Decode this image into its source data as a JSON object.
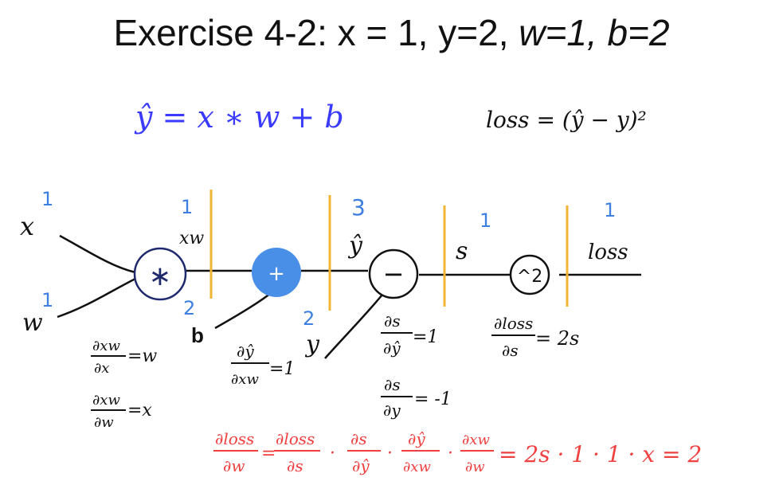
{
  "title": {
    "main": "Exercise 4-2: x = 1, y=2, ",
    "params": "w=1, b=2"
  },
  "equations": {
    "model": "ŷ = x ∗ w + b",
    "loss": "loss = (ŷ − y)²"
  },
  "inputs": {
    "x_label": "x",
    "x_value": "1",
    "w_label": "w",
    "w_value": "1",
    "b_label": "b",
    "b_value": "2",
    "y_label": "y",
    "y_value": "2"
  },
  "nodes": {
    "multiply_symbol": "∗",
    "add_symbol": "+",
    "subtract_symbol": "−",
    "square_symbol": "^2"
  },
  "edges": {
    "xw_label": "xw",
    "xw_value": "1",
    "yhat_label": "ŷ",
    "yhat_value": "3",
    "s_label": "s",
    "s_value": "1",
    "loss_label": "loss",
    "loss_value": "1"
  },
  "gradients": {
    "dxw_dx": {
      "num": "∂xw",
      "den": "∂x",
      "rhs": "=w"
    },
    "dxw_dw": {
      "num": "∂xw",
      "den": "∂w",
      "rhs": "=x"
    },
    "dyhat_dxw": {
      "num": "∂ŷ",
      "den": "∂xw",
      "rhs": "=1"
    },
    "ds_dyhat": {
      "num": "∂s",
      "den": "∂ŷ",
      "rhs": "=1"
    },
    "ds_dy": {
      "num": "∂s",
      "den": "∂y",
      "rhs": "= -1"
    },
    "dloss_ds": {
      "num": "∂loss",
      "den": "∂s",
      "rhs": "= 2s"
    }
  },
  "chain_rule": {
    "lhs_num": "∂loss",
    "lhs_den": "∂w",
    "t1_num": "∂loss",
    "t1_den": "∂s",
    "t2_num": "∂s",
    "t2_den": "∂ŷ",
    "t3_num": "∂ŷ",
    "t3_den": "∂xw",
    "t4_num": "∂xw",
    "t4_den": "∂w",
    "result": "= 2s · 1 · 1 · x = 2"
  },
  "colors": {
    "ink": "#111111",
    "blue_math": "#3a3aff",
    "node_fill": "#4a8fe7",
    "blue_note": "#3d7fe0",
    "orange_divider": "#f1b434",
    "red": "#f04040"
  }
}
